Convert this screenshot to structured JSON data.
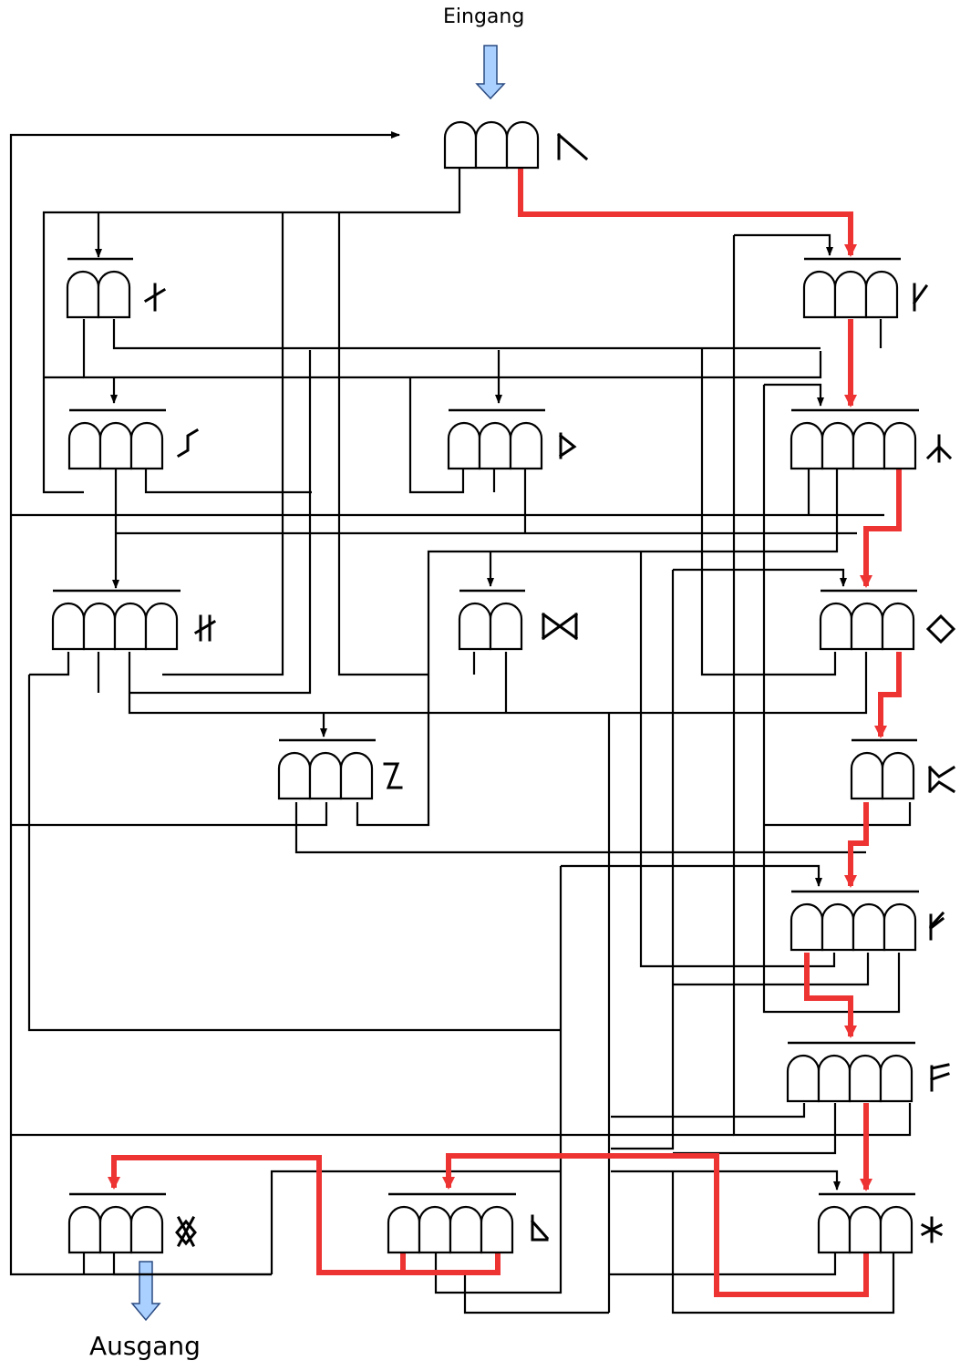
{
  "labels": {
    "input": "Eingang",
    "output": "Ausgang"
  },
  "colors": {
    "accent": "#aad0ff",
    "path": "#ee3333",
    "line": "#000000"
  },
  "nodes": [
    {
      "id": "ansuz",
      "rune": "ᚨ",
      "cells": 3,
      "highlight_cell": 1
    },
    {
      "id": "naudiz",
      "rune": "ᚾ",
      "cells": 2
    },
    {
      "id": "kaun",
      "rune": "ᚴ",
      "cells": 3
    },
    {
      "id": "sowilo",
      "rune": "ᛋ",
      "cells": 3
    },
    {
      "id": "thurisaz",
      "rune": "ᚦ",
      "cells": 3
    },
    {
      "id": "algiz",
      "rune": "ᛉ",
      "cells": 4
    },
    {
      "id": "hagalaz",
      "rune": "ᚻ",
      "cells": 4
    },
    {
      "id": "dagaz",
      "rune": "ᛞ",
      "cells": 2
    },
    {
      "id": "ingwaz",
      "rune": "ᛜ",
      "cells": 3
    },
    {
      "id": "ehwaz",
      "rune": "ᛇ",
      "cells": 3
    },
    {
      "id": "perthro",
      "rune": "ᛈ",
      "cells": 2
    },
    {
      "id": "raido",
      "rune": "ᚱ",
      "cells": 4
    },
    {
      "id": "fehu",
      "rune": "ᚠ",
      "cells": 4
    },
    {
      "id": "othala",
      "rune": "ᛟ",
      "cells": 3
    },
    {
      "id": "laguz",
      "rune": "ᛚ",
      "cells": 4
    },
    {
      "id": "hagall",
      "rune": "ᛡ",
      "cells": 3
    }
  ]
}
